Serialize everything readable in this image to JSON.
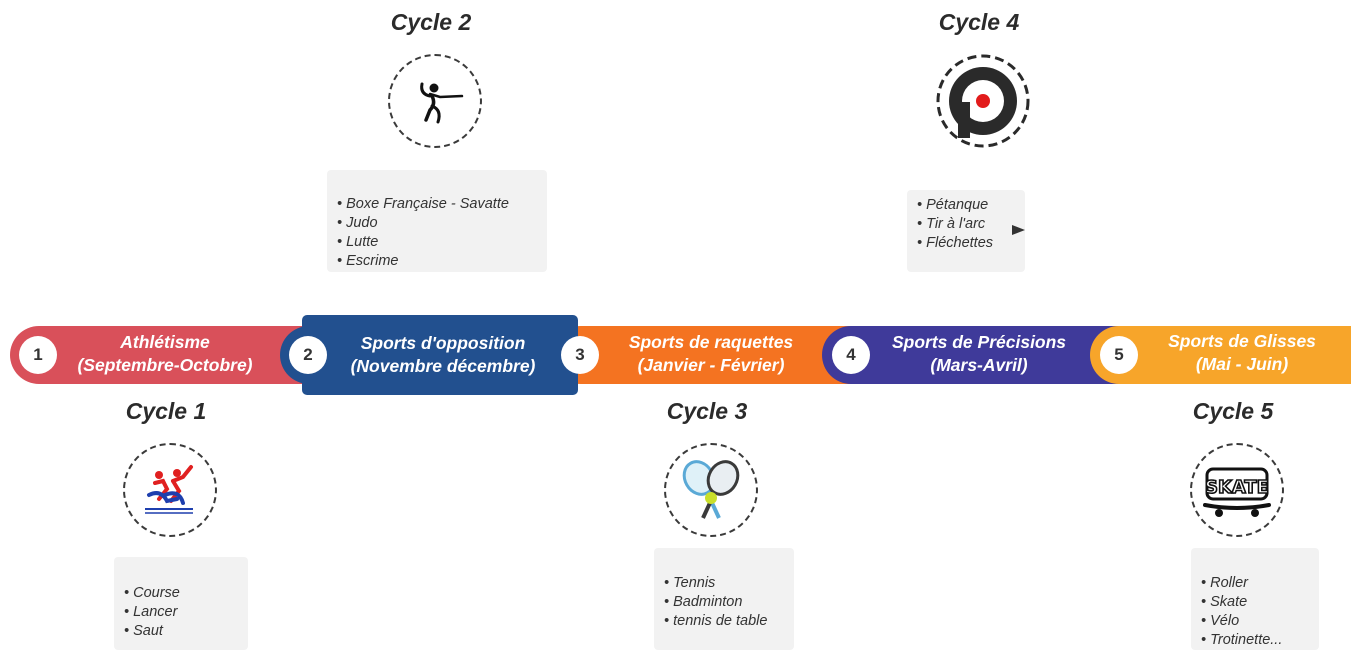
{
  "cycles": [
    {
      "number": "1",
      "title": "Cycle 1",
      "band_line1": "Athlétisme",
      "band_line2": "(Septembre-Octobre)",
      "color": "#d9505a",
      "icon": "athletics-icon",
      "items": [
        "Course",
        "Lancer",
        "Saut"
      ]
    },
    {
      "number": "2",
      "title": "Cycle 2",
      "band_line1": "Sports d'opposition",
      "band_line2": "(Novembre décembre)",
      "color": "#22508f",
      "icon": "fencing-icon",
      "items": [
        "Boxe Française - Savatte",
        "Judo",
        "Lutte",
        "Escrime"
      ]
    },
    {
      "number": "3",
      "title": "Cycle 3",
      "band_line1": "Sports de raquettes",
      "band_line2": "(Janvier - Février)",
      "color": "#f47321",
      "icon": "tennis-rackets-icon",
      "items": [
        "Tennis",
        "Badminton",
        "tennis de table"
      ]
    },
    {
      "number": "4",
      "title": "Cycle 4",
      "band_line1": "Sports de Précisions",
      "band_line2": "(Mars-Avril)",
      "color": "#3f3a9a",
      "icon": "target-icon",
      "items": [
        "Pétanque",
        "Tir à l'arc",
        "Fléchettes"
      ]
    },
    {
      "number": "5",
      "title": "Cycle 5",
      "band_line1": "Sports de Glisses",
      "band_line2": "(Mai -  Juin)",
      "color": "#f7a52a",
      "icon": "skate-icon",
      "items": [
        "Roller",
        "Skate",
        "Vélo",
        "Trotinette..."
      ]
    }
  ]
}
